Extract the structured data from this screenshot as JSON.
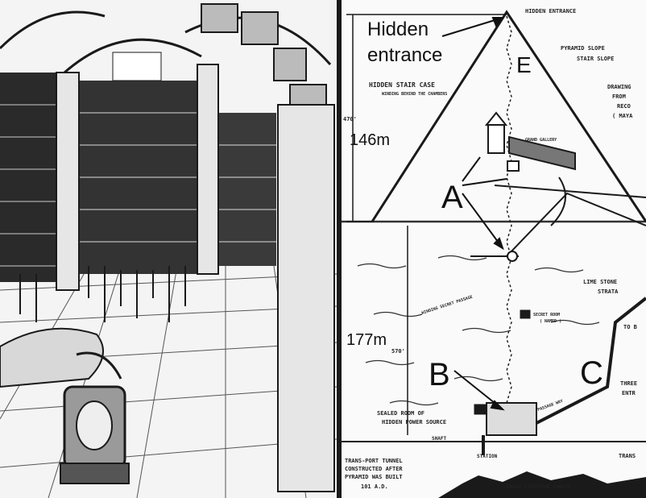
{
  "overlay_labels": {
    "hidden_entrance_line1": "Hidden",
    "hidden_entrance_line2": "entrance",
    "label_e": "E",
    "label_a": "A",
    "label_b": "B",
    "label_c": "C",
    "height_upper": "146m",
    "height_lower": "177m"
  },
  "sketch_notes": {
    "top_entrance": "HIDDEN ENTRANCE",
    "pyramid_slope": "PYRAMID SLOPE",
    "stair_slope": "STAIR SLOPE",
    "hidden_staircase": "HIDDEN STAIR CASE",
    "hidden_staircase_sub": "WINDING BEHIND THE CHAMBERS",
    "dim_upper": "470'",
    "dim_lower": "570'",
    "grand_gallery": "GRAND GALLERY",
    "drawing_1": "DRAWING",
    "drawing_2": "FROM",
    "drawing_3": "RECO",
    "drawing_4": "( MAYA",
    "limestone": "LIME STONE",
    "strata": "STRATA",
    "winding_passage": "WINDING SECRET PASSAGE",
    "secret_room": "SECRET ROOM",
    "secret_room_sub": "( NAMED )",
    "sealed_room_1": "SEALED ROOM OF",
    "sealed_room_2": "HIDDEN POWER SOURCE",
    "passage_way": "PASSAGE WAY",
    "three": "THREE",
    "entr": "ENTR",
    "to_b": "TO B",
    "bottom_tunnel_1": "TRANS-PORT TUNNEL",
    "bottom_tunnel_2": "CONSTRUCTED AFTER",
    "bottom_tunnel_3": "PYRAMID WAS BUILT",
    "bottom_tunnel_4": "101 A.D.",
    "station": "STATION",
    "shaft": "SHAFT",
    "trans": "TRANS",
    "faults": "GREAT LIMESTONE FAULTS"
  },
  "colors": {
    "ink": "#1a1a1a",
    "paper": "#fafafa",
    "sketch_bg": "#f4f4f4"
  }
}
